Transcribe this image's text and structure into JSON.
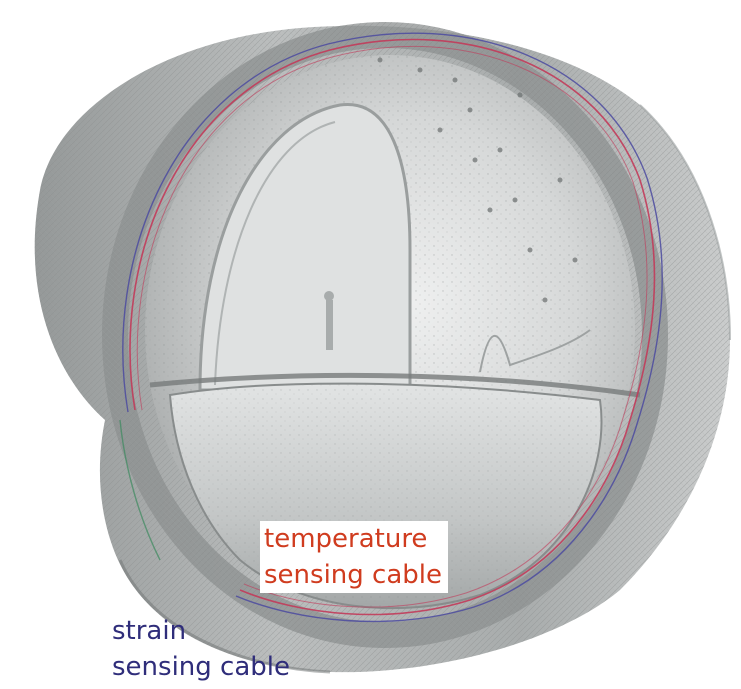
{
  "labels": {
    "temperature": {
      "line1": "temperature",
      "line2": "sensing cable",
      "color": "#d03c1f"
    },
    "strain": {
      "line1": "strain",
      "line2": "sensing cable",
      "color": "#2f2d7a"
    }
  },
  "colors": {
    "background": "#ffffff",
    "tunnel_gray": "#b9bcbc",
    "tunnel_dark": "#7e8282",
    "temperature_cable": "#c23b5a",
    "strain_cable": "#4b4aa0"
  }
}
